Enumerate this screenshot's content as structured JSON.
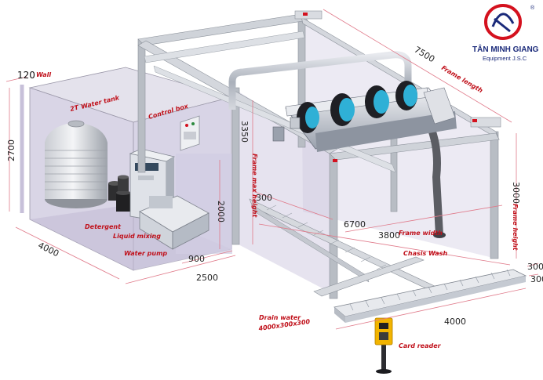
{
  "brand": {
    "name": "TÂN MINH GIANG",
    "subtitle": "Equipment J.S.C",
    "registered_mark": "®",
    "colors": {
      "red": "#d4111e",
      "blue": "#1a2a7a"
    }
  },
  "dimensions": {
    "wall_thickness": "120",
    "room_height": "2700",
    "room_depth": "4000",
    "room_width": "2500",
    "partition_height": "2000",
    "pump_depth": "900",
    "frame_length": "7500",
    "frame_max_height": "3350",
    "frame_height": "3000",
    "offset_300": "300",
    "rail_length": "6700",
    "frame_width": "3800",
    "trench_length": "4000",
    "trench_depth": "300",
    "trench_width": "300"
  },
  "labels": {
    "wall": "Wall",
    "water_tank": "Water tank",
    "water_tank_number": "2T",
    "control_box": "Control box",
    "detergent": "Detergent",
    "liquid_mixing": "Liquid mixing",
    "water_pump": "Water pump",
    "frame_length": "Frame length",
    "frame_max_height": "Frame max height",
    "frame_height": "Frame height",
    "frame_width": "Frame width",
    "chasis_wash": "Chasis Wash",
    "drain_water": "Drain water",
    "drain_water_size": "4000x300x300",
    "card_reader": "Card reader"
  },
  "colors": {
    "frame": "#b8bdc4",
    "wall_panel": "#c9c3dc",
    "brush": "#2fb0d6",
    "dimension_line": "#e07a8a",
    "label_red": "#c0101a"
  }
}
